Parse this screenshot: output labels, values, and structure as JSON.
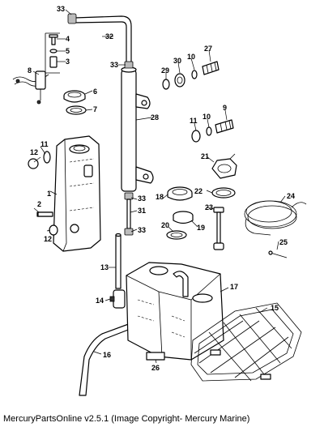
{
  "diagram": {
    "callouts": {
      "c1": "1",
      "c2": "2",
      "c3": "3",
      "c4": "4",
      "c5": "5",
      "c6": "6",
      "c7": "7",
      "c8": "8",
      "c9": "9",
      "c10a": "10",
      "c10b": "10",
      "c11a": "11",
      "c11b": "11",
      "c12a": "12",
      "c12b": "12",
      "c13": "13",
      "c14": "14",
      "c15": "15",
      "c16": "16",
      "c17": "17",
      "c18": "18",
      "c19": "19",
      "c20": "20",
      "c21": "21",
      "c22": "22",
      "c23": "23",
      "c24": "24",
      "c25": "25",
      "c26": "26",
      "c27": "27",
      "c28": "28",
      "c29": "29",
      "c30": "30",
      "c31": "31",
      "c32": "32",
      "c33a": "33",
      "c33b": "33",
      "c33c": "33",
      "c33d": "33"
    }
  },
  "footer": {
    "text": "MercuryPartsOnline v2.5.1 (Image Copyright- Mercury Marine)"
  }
}
